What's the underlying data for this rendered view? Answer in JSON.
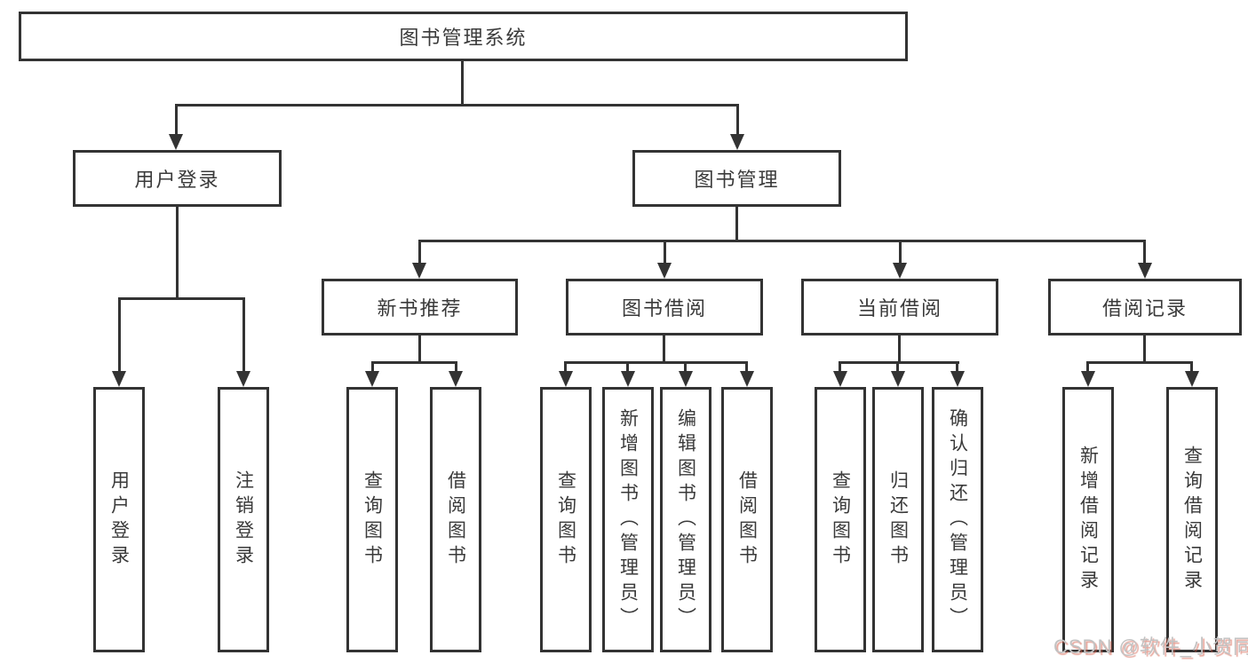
{
  "tree": {
    "root": {
      "label": "图书管理系统"
    },
    "branches": [
      {
        "label": "用户登录",
        "children": [
          {
            "label": "用户登录"
          },
          {
            "label": "注销登录"
          }
        ]
      },
      {
        "label": "图书管理",
        "children": [
          {
            "label": "新书推荐",
            "children": [
              {
                "label": "查询图书"
              },
              {
                "label": "借阅图书"
              }
            ]
          },
          {
            "label": "图书借阅",
            "children": [
              {
                "label": "查询图书"
              },
              {
                "label": "新增图书（管理员）"
              },
              {
                "label": "编辑图书（管理员）"
              },
              {
                "label": "借阅图书"
              }
            ]
          },
          {
            "label": "当前借阅",
            "children": [
              {
                "label": "查询图书"
              },
              {
                "label": "归还图书"
              },
              {
                "label": "确认归还（管理员）"
              }
            ]
          },
          {
            "label": "借阅记录",
            "children": [
              {
                "label": "新增借阅记录"
              },
              {
                "label": "查询借阅记录"
              }
            ]
          }
        ]
      }
    ]
  },
  "watermark": {
    "text": "CSDN @软件_小贺同学"
  },
  "colors": {
    "line": "#333333",
    "box_border": "#333333",
    "text": "#3a3a3a",
    "background": "#ffffff",
    "watermark_gray": "#c2c2c2",
    "watermark_red": "#d45a46"
  }
}
